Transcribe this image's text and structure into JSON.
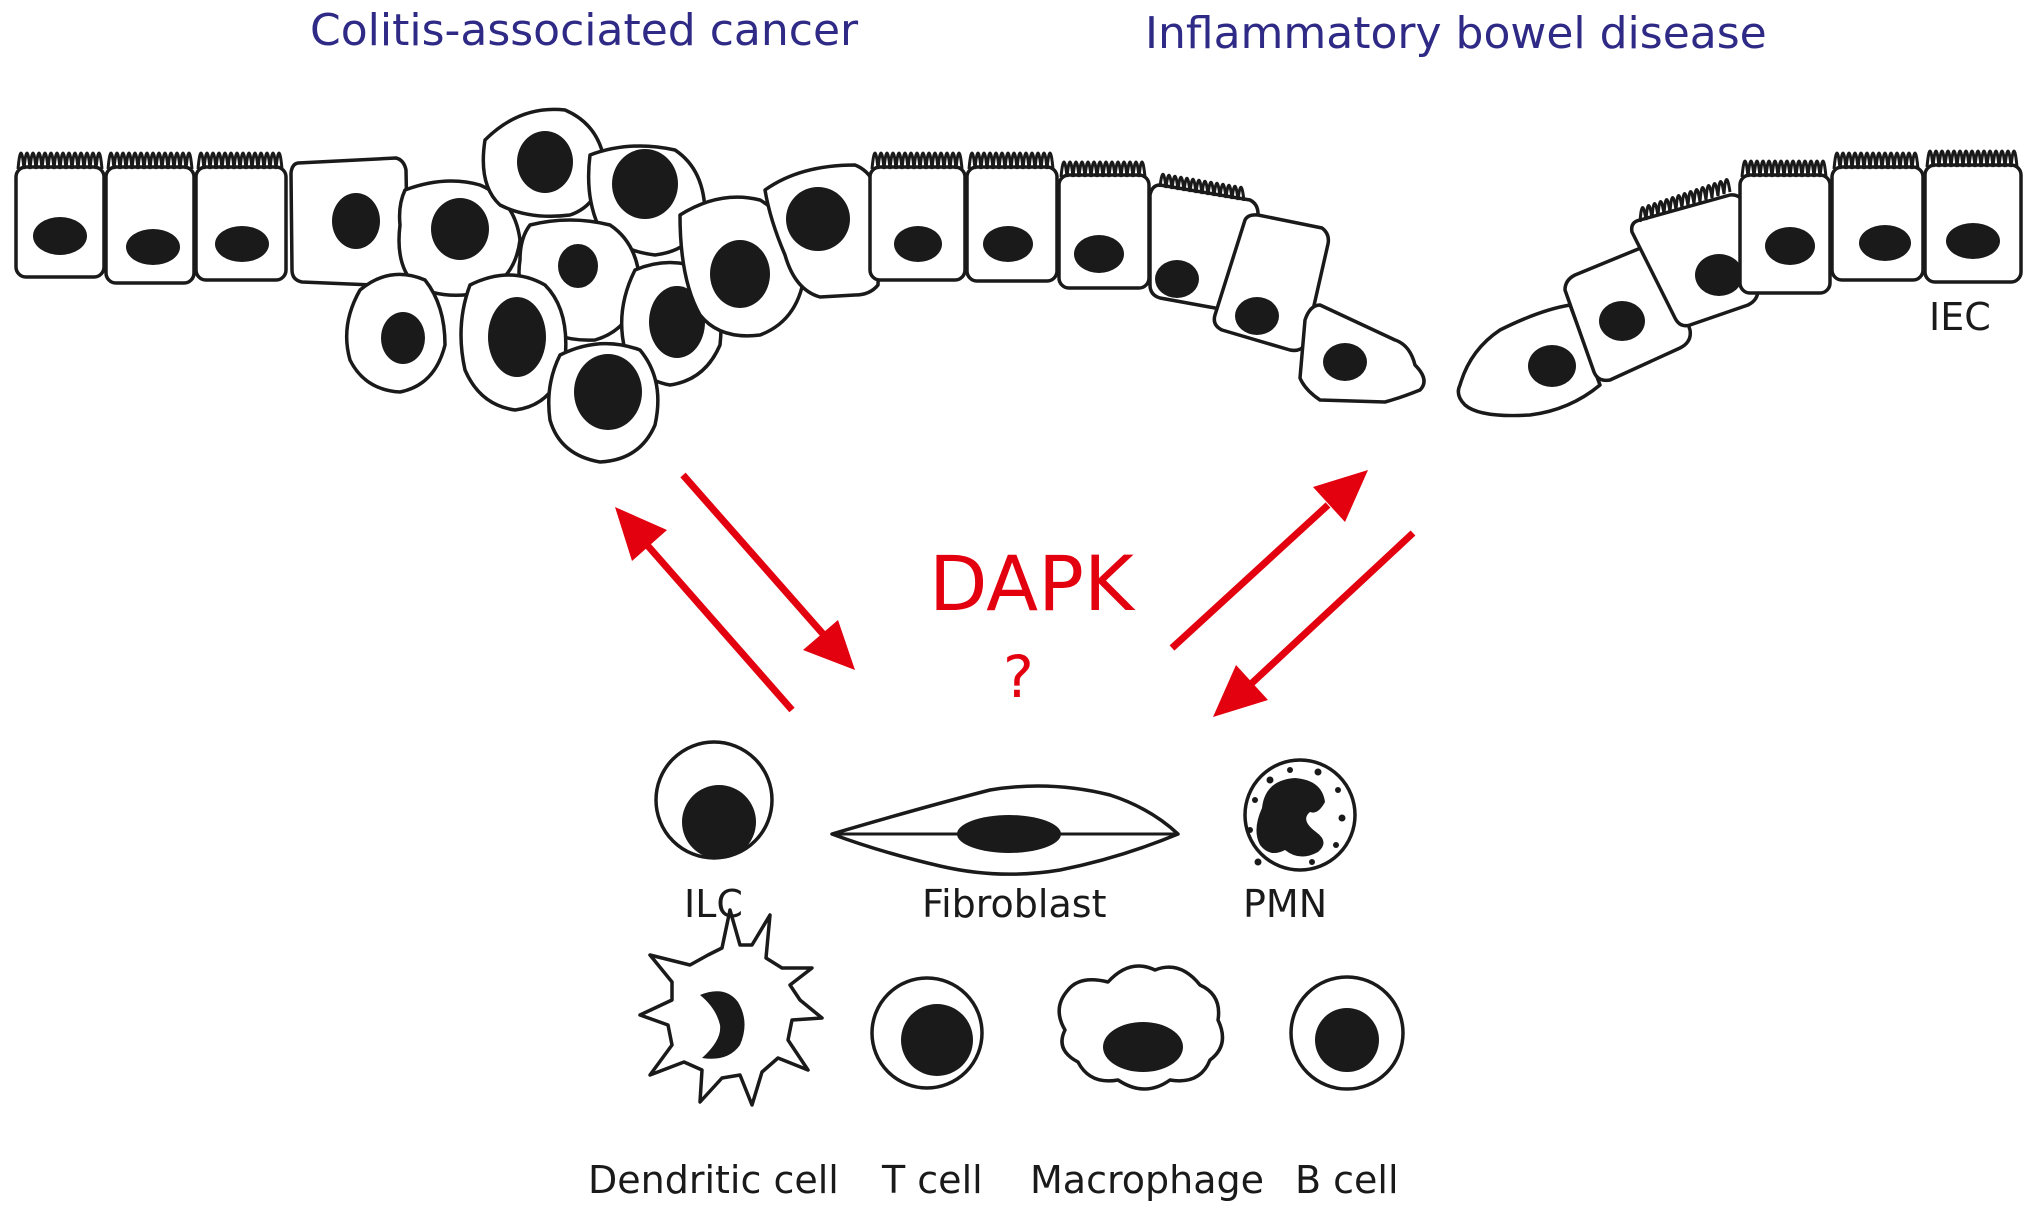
{
  "titles": {
    "left": "Colitis-associated cancer",
    "right": "Inflammatory bowel disease"
  },
  "center": {
    "main": "DAPK",
    "question": "?"
  },
  "labels": {
    "iec": "IEC",
    "ilc": "ILC",
    "fibroblast": "Fibroblast",
    "pmn": "PMN",
    "dendritic": "Dendritic cell",
    "tcell": "T cell",
    "macrophage": "Macrophage",
    "bcell": "B cell"
  },
  "colors": {
    "title": "#2e2a86",
    "accent": "#e3000f",
    "ink": "#1a1a1a"
  }
}
